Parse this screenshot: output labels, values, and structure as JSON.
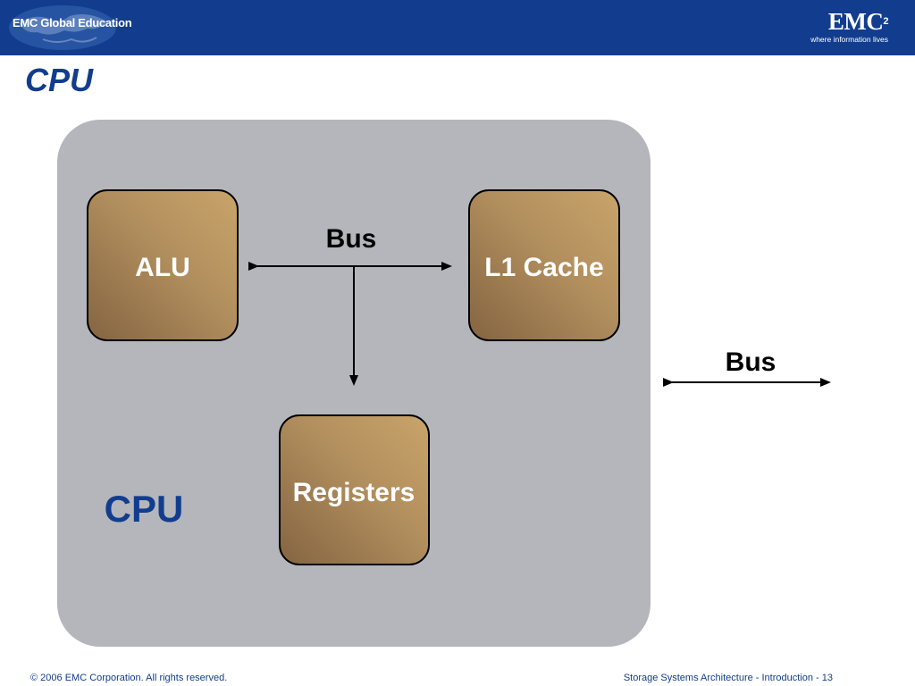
{
  "header": {
    "left_logo_text": "EMC Global Education",
    "right_logo_text": "EMC",
    "right_logo_superscript": "2",
    "right_logo_tagline": "where information lives"
  },
  "slide": {
    "title": "CPU"
  },
  "diagram": {
    "container_label": "CPU",
    "boxes": {
      "alu": "ALU",
      "l1_cache": "L1 Cache",
      "registers": "Registers"
    },
    "internal_bus_label": "Bus",
    "external_bus_label": "Bus",
    "colors": {
      "container": "#b4b6bb",
      "box_light": "#c9a46a",
      "box_dark": "#8a6a44",
      "title": "#123d8e"
    }
  },
  "footer": {
    "copyright": "© 2006 EMC Corporation. All rights reserved.",
    "course_page": "Storage Systems Architecture - Introduction - 13"
  }
}
